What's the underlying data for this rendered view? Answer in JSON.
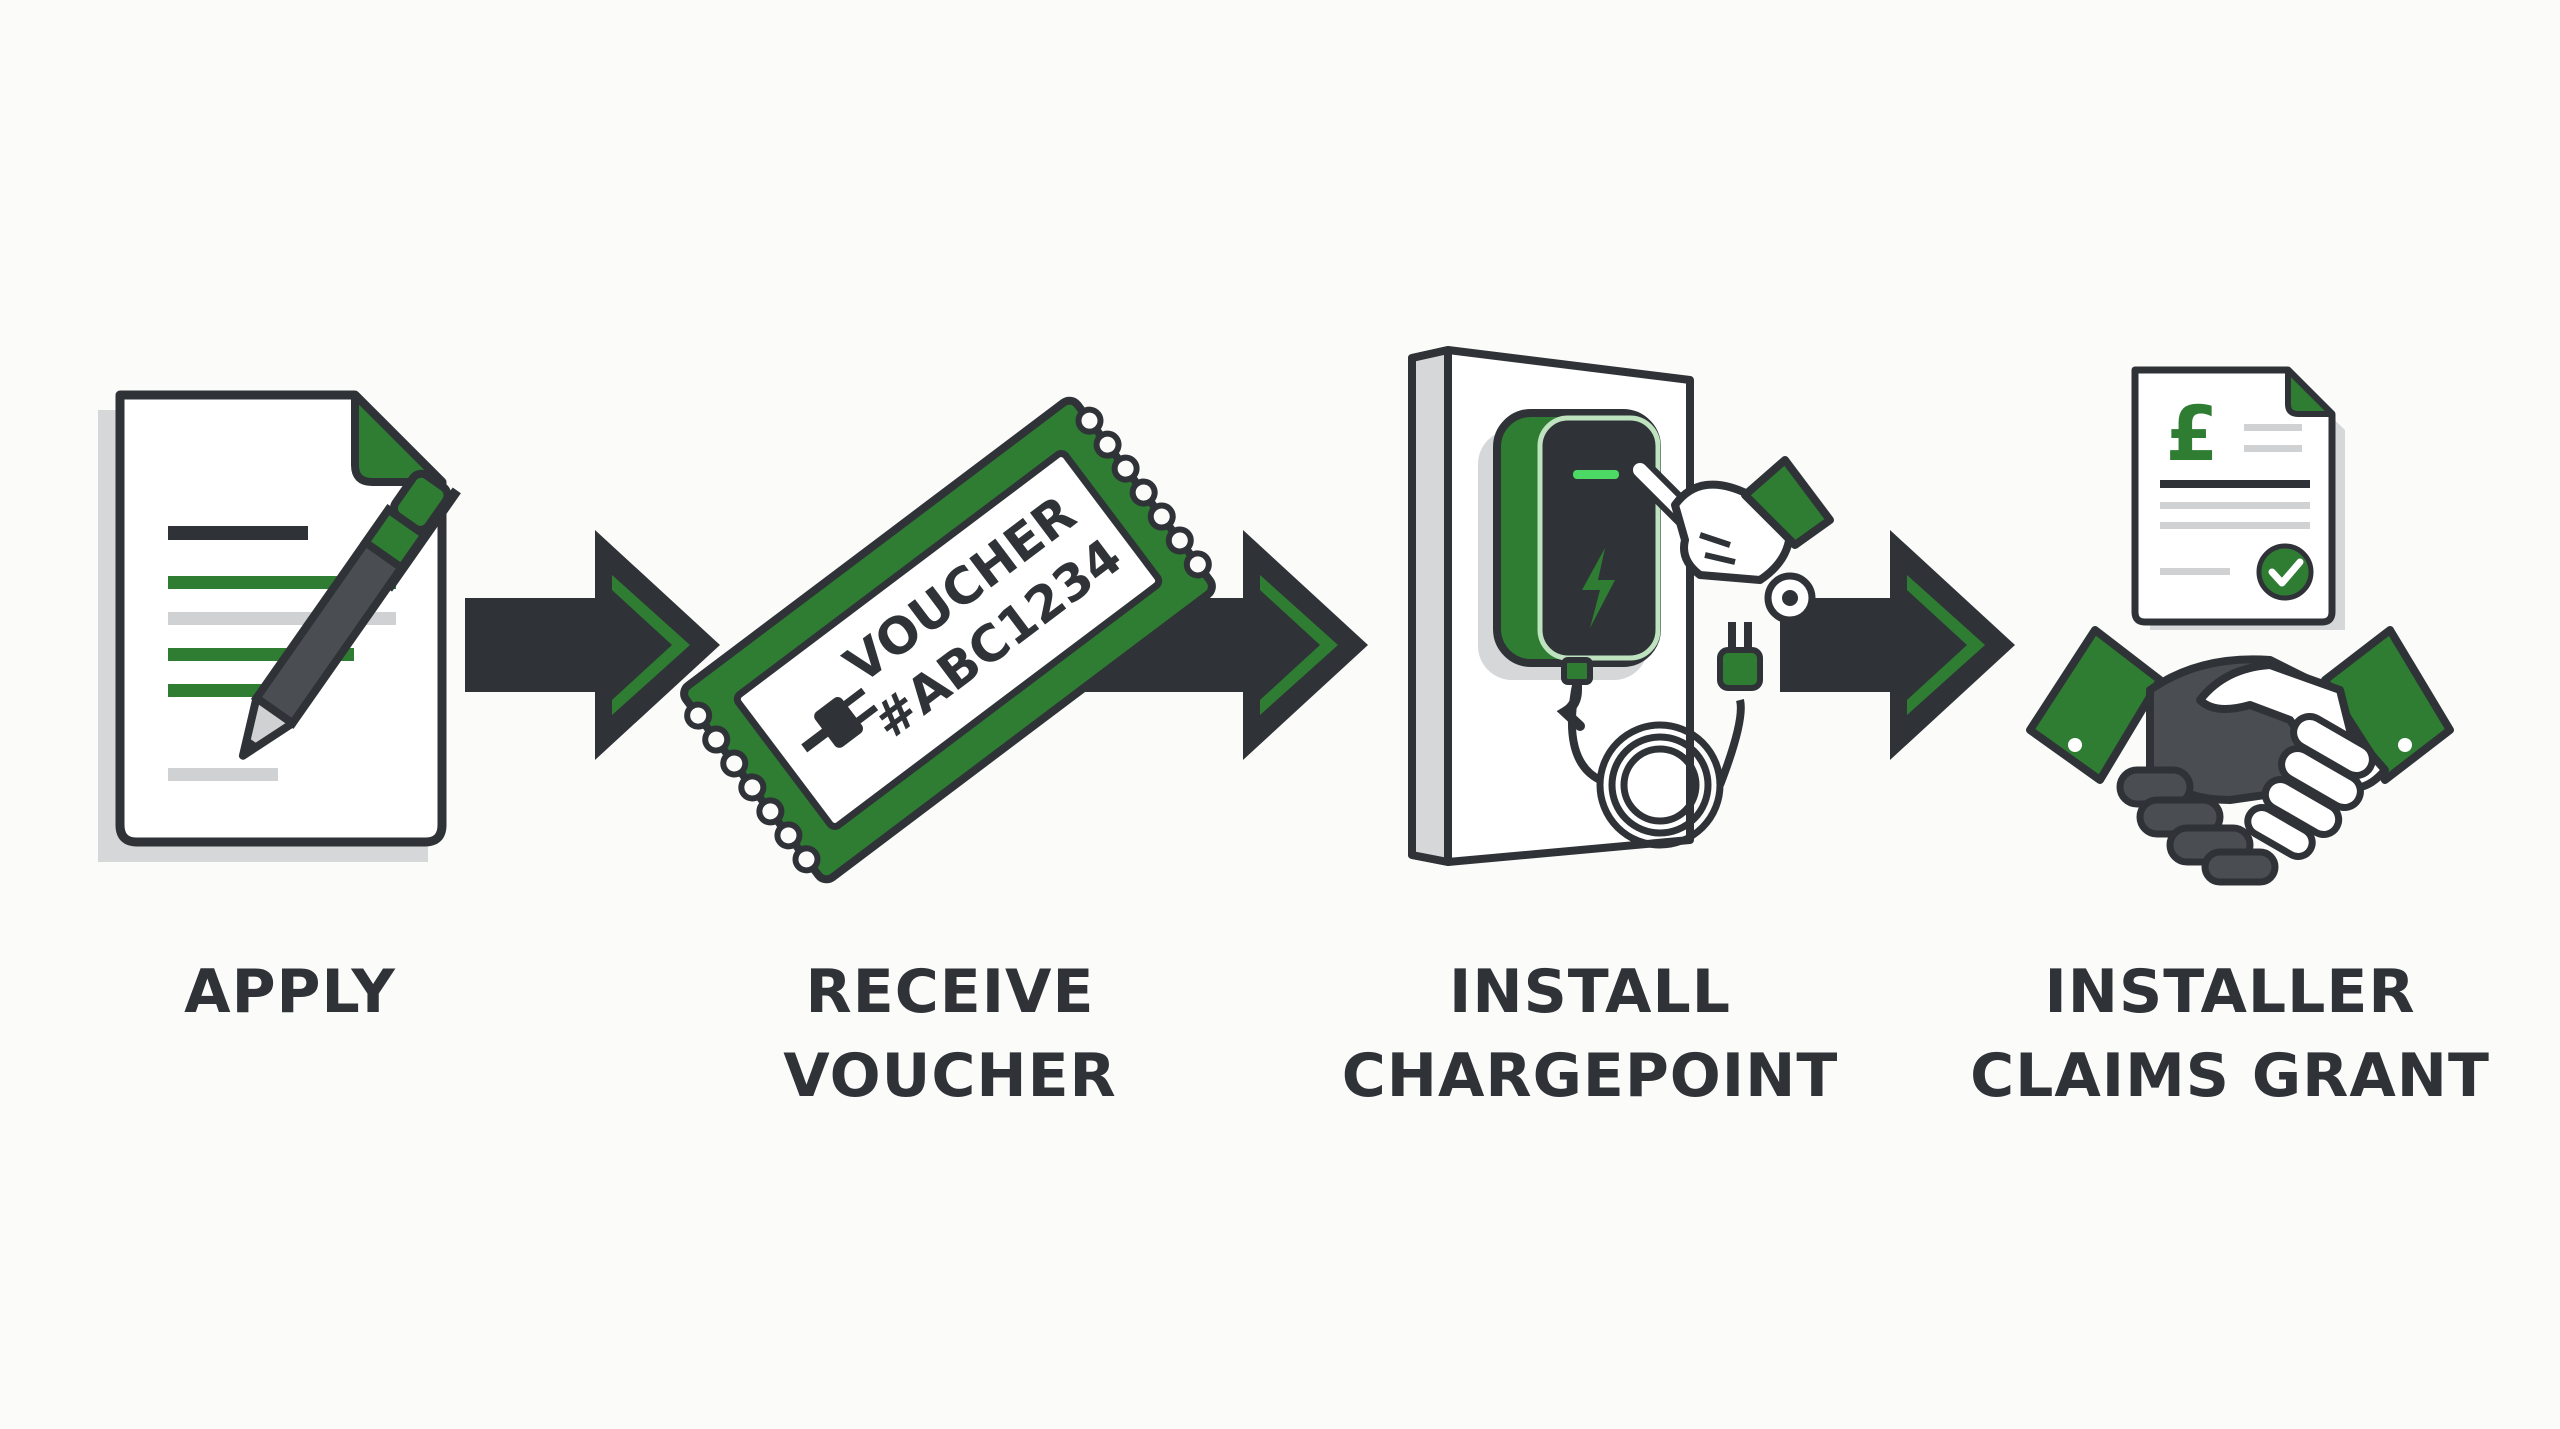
{
  "colors": {
    "dark": "#2f3338",
    "green": "#2e7d32",
    "light_green": "#bfe3bf",
    "gray": "#cfd1d3",
    "white": "#ffffff",
    "background": "#fbfbfa"
  },
  "steps": [
    {
      "id": "apply",
      "icon": "application-form-icon",
      "label_lines": [
        "APPLY"
      ]
    },
    {
      "id": "receive",
      "icon": "voucher-ticket-icon",
      "label_lines": [
        "RECEIVE",
        "VOUCHER"
      ]
    },
    {
      "id": "install",
      "icon": "wall-chargepoint-icon",
      "label_lines": [
        "INSTALL",
        "CHARGEPOINT"
      ]
    },
    {
      "id": "claim",
      "icon": "grant-handshake-icon",
      "label_lines": [
        "INSTALLER",
        "CLAIMS GRANT"
      ]
    }
  ],
  "voucher": {
    "word": "VOUCHER",
    "code": "#ABC1234"
  },
  "invoice": {
    "currency_symbol": "£"
  },
  "connectors": [
    {
      "from": "apply",
      "to": "receive",
      "icon": "arrow-right-icon"
    },
    {
      "from": "receive",
      "to": "install",
      "icon": "arrow-right-icon"
    },
    {
      "from": "install",
      "to": "claim",
      "icon": "arrow-right-icon"
    }
  ]
}
